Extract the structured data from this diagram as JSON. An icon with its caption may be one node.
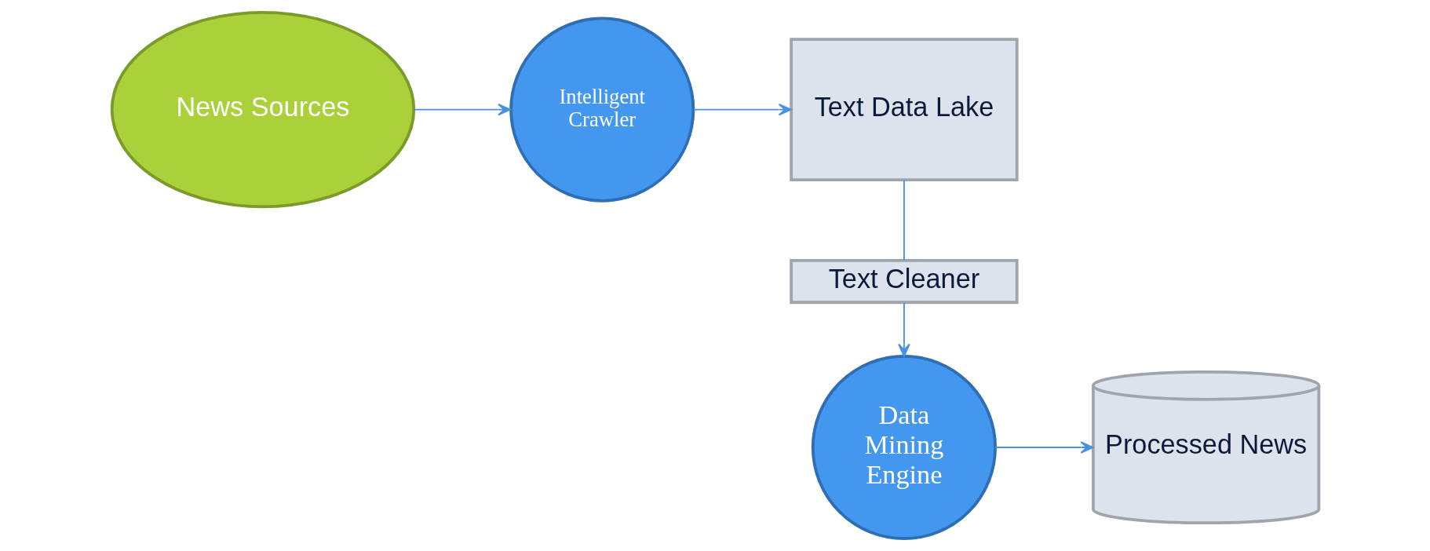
{
  "diagram": {
    "nodes": [
      {
        "text": [
          "News Sources"
        ]
      },
      {
        "text": [
          "Intelligent Crawler"
        ]
      },
      {
        "text": [
          "Text Data Lake"
        ]
      },
      {
        "text": [
          "Text Cleaner"
        ]
      },
      {
        "text": [
          "Data Mining Engine"
        ]
      },
      {
        "text": [
          "Processed News"
        ]
      }
    ],
    "edges": [
      {
        "from": 0,
        "to": 1,
        "arrow": "to"
      },
      {
        "from": 1,
        "to": 2,
        "arrow": "to"
      },
      {
        "from": 2,
        "to": 3,
        "arrow": "none"
      },
      {
        "from": 3,
        "to": 4,
        "arrow": "to"
      },
      {
        "from": 4,
        "to": 5,
        "arrow": "to"
      }
    ]
  }
}
